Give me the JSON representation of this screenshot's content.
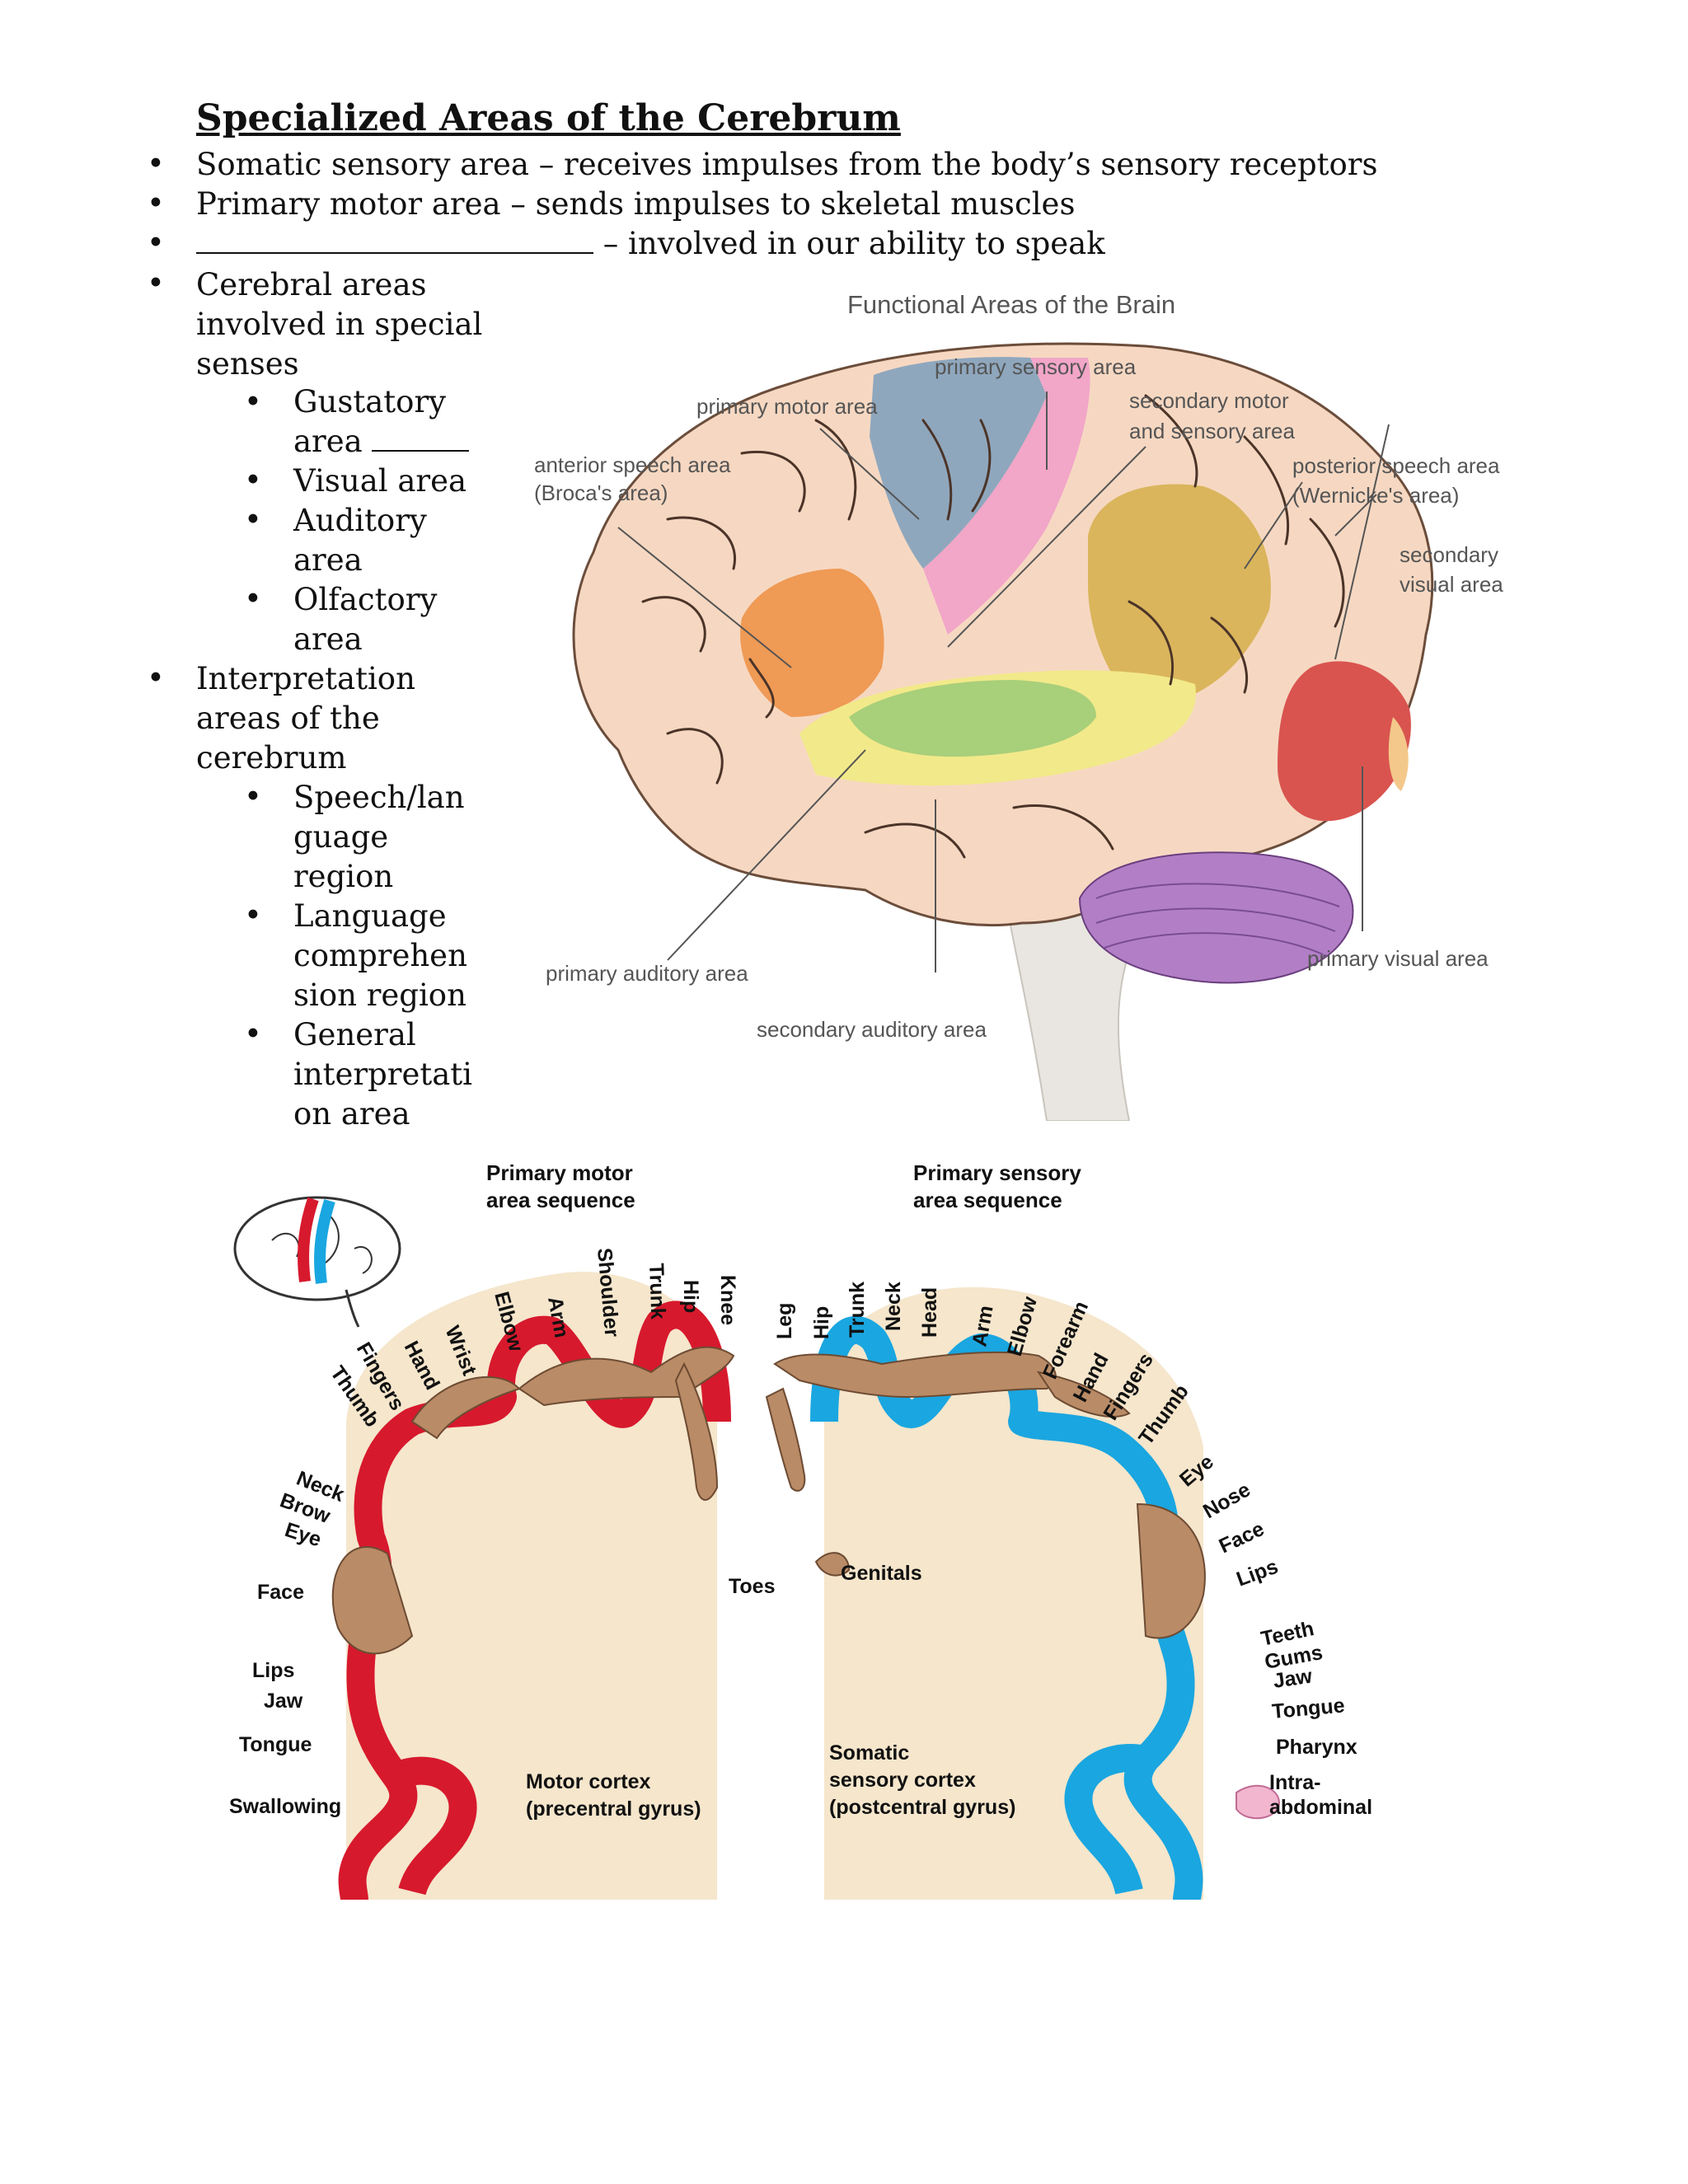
{
  "doc": {
    "title": "Specialized Areas of the Cerebrum",
    "bullets": {
      "b1": "Somatic sensory area – receives impulses from the body’s sensory receptors",
      "b2": "Primary motor area – sends impulses to skeletal muscles",
      "b3": "– involved in our ability to speak",
      "b4": [
        "Cerebral areas",
        "involved in special",
        "senses"
      ],
      "b4_sub": {
        "s1": [
          "Gustatory",
          "area"
        ],
        "s2": "Visual area",
        "s3": [
          "Auditory",
          "area"
        ],
        "s4": [
          "Olfactory",
          "area"
        ]
      },
      "b5": [
        "Interpretation",
        "areas of the",
        "cerebrum"
      ],
      "b5_sub": {
        "s1": [
          "Speech/lan",
          "guage",
          "region"
        ],
        "s2": [
          "Language",
          "comprehen",
          "sion region"
        ],
        "s3": [
          "General",
          "interpretati",
          "on area"
        ]
      }
    }
  },
  "brain_diagram": {
    "title": "Functional Areas of the Brain",
    "labels": {
      "primary_sensory": "primary sensory area",
      "primary_motor": "primary motor area",
      "secondary_motor_1": "secondary motor",
      "secondary_motor_2": "and sensory area",
      "anterior_speech_1": "anterior speech area",
      "anterior_speech_2": "(Broca's area)",
      "posterior_speech_1": "posterior speech area",
      "posterior_speech_2": "(Wernicke's area)",
      "secondary_visual_1": "secondary",
      "secondary_visual_2": "visual area",
      "primary_auditory": "primary auditory area",
      "secondary_auditory": "secondary auditory area",
      "primary_visual": "primary visual area"
    },
    "colors": {
      "cortex": "#f6d8c2",
      "motor": "#8fa7bd",
      "sensory": "#f2a6c8",
      "broca": "#ef9a55",
      "wernicke": "#dab55c",
      "auditory_primary": "#a8cf7a",
      "auditory_secondary": "#f2e98a",
      "visual_primary": "#f3c88a",
      "visual_secondary": "#d9544f",
      "cerebellum": "#b27fc6"
    }
  },
  "homunculus": {
    "motor_sequence_1": "Primary motor",
    "motor_sequence_2": "area sequence",
    "sensory_sequence_1": "Primary sensory",
    "sensory_sequence_2": "area sequence",
    "motor_labels": {
      "l1": "Thumb",
      "l2": "Fingers",
      "l3": "Hand",
      "l4": "Wrist",
      "l5": "Elbow",
      "l6": "Arm",
      "l7": "Shoulder",
      "l8": "Trunk",
      "l9": "Hip",
      "l10": "Knee",
      "l11": "Neck",
      "l12": "Brow",
      "l13": "Eye",
      "l14": "Face",
      "l15": "Lips",
      "l16": "Jaw",
      "l17": "Tongue",
      "l18": "Swallowing",
      "l19": "Toes"
    },
    "sensory_labels": {
      "l1": "Leg",
      "l2": "Hip",
      "l3": "Trunk",
      "l4": "Neck",
      "l5": "Head",
      "l6": "Arm",
      "l7": "Elbow",
      "l8": "Forearm",
      "l9": "Hand",
      "l10": "Fingers",
      "l11": "Thumb",
      "l12": "Eye",
      "l13": "Nose",
      "l14": "Face",
      "l15": "Lips",
      "l16": "Teeth",
      "l17": "Gums",
      "l18": "Jaw",
      "l19": "Tongue",
      "l20": "Pharynx",
      "l21": "Intra-",
      "l22": "abdominal",
      "l23": "Genitals"
    },
    "motor_cortex_1": "Motor cortex",
    "motor_cortex_2": "(precentral gyrus)",
    "sensory_cortex_1": "Somatic",
    "sensory_cortex_2": "sensory cortex",
    "sensory_cortex_3": "(postcentral gyrus)",
    "colors": {
      "motor": "#d7192d",
      "sensory": "#1aa6e0",
      "tissue": "#f5e6cc",
      "figure": "#b98b66"
    }
  }
}
